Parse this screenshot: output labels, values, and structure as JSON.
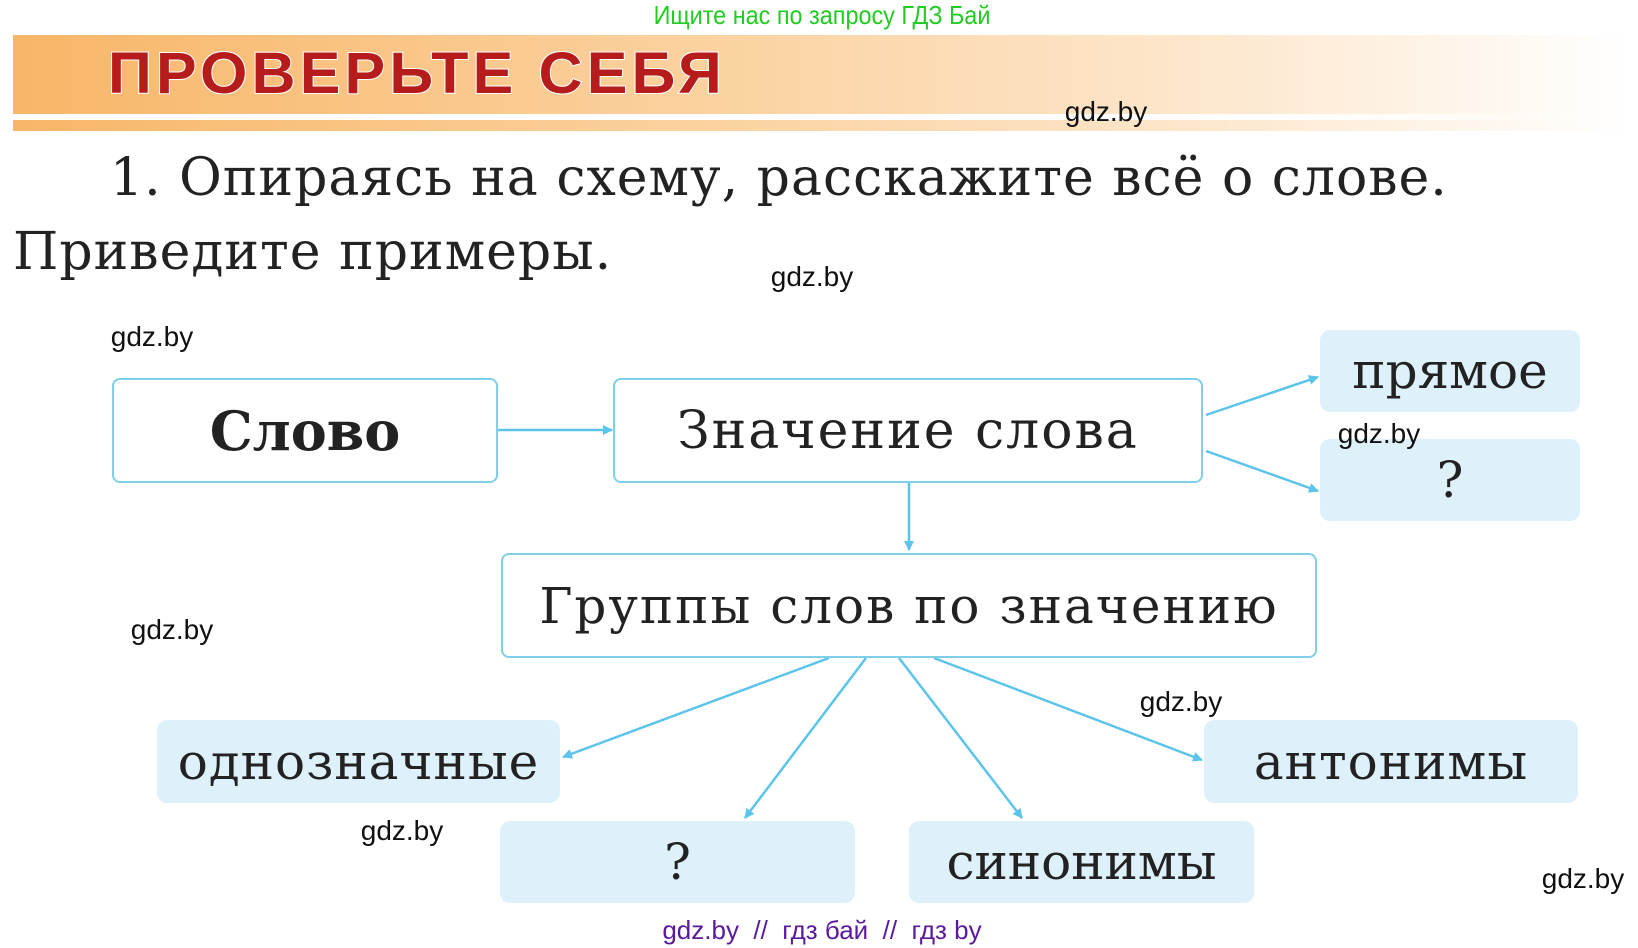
{
  "top_note": "Ищите нас по запросу ГДЗ Бай",
  "banner": {
    "title": "ПРОВЕРЬТЕ СЕБЯ"
  },
  "task": {
    "line1": "1. Опираясь на схему, расскажите всё о слове.",
    "line2": "Приведите примеры."
  },
  "diagram": {
    "word": "Слово",
    "meaning": "Значение слова",
    "direct": "прямое",
    "unknown_meaning": "?",
    "groups": "Группы слов по значению",
    "single_meaning": "однозначные",
    "unknown_group": "?",
    "synonyms": "синонимы",
    "antonyms": "антонимы"
  },
  "watermark": "gdz.by",
  "footer": "gdz.by  //  гдз бай  //  гдз by",
  "colors": {
    "arrow": "#5cc3ea",
    "box_border": "#7fcfe9",
    "box_fill": "#def1fb",
    "title": "#b71c1c"
  }
}
